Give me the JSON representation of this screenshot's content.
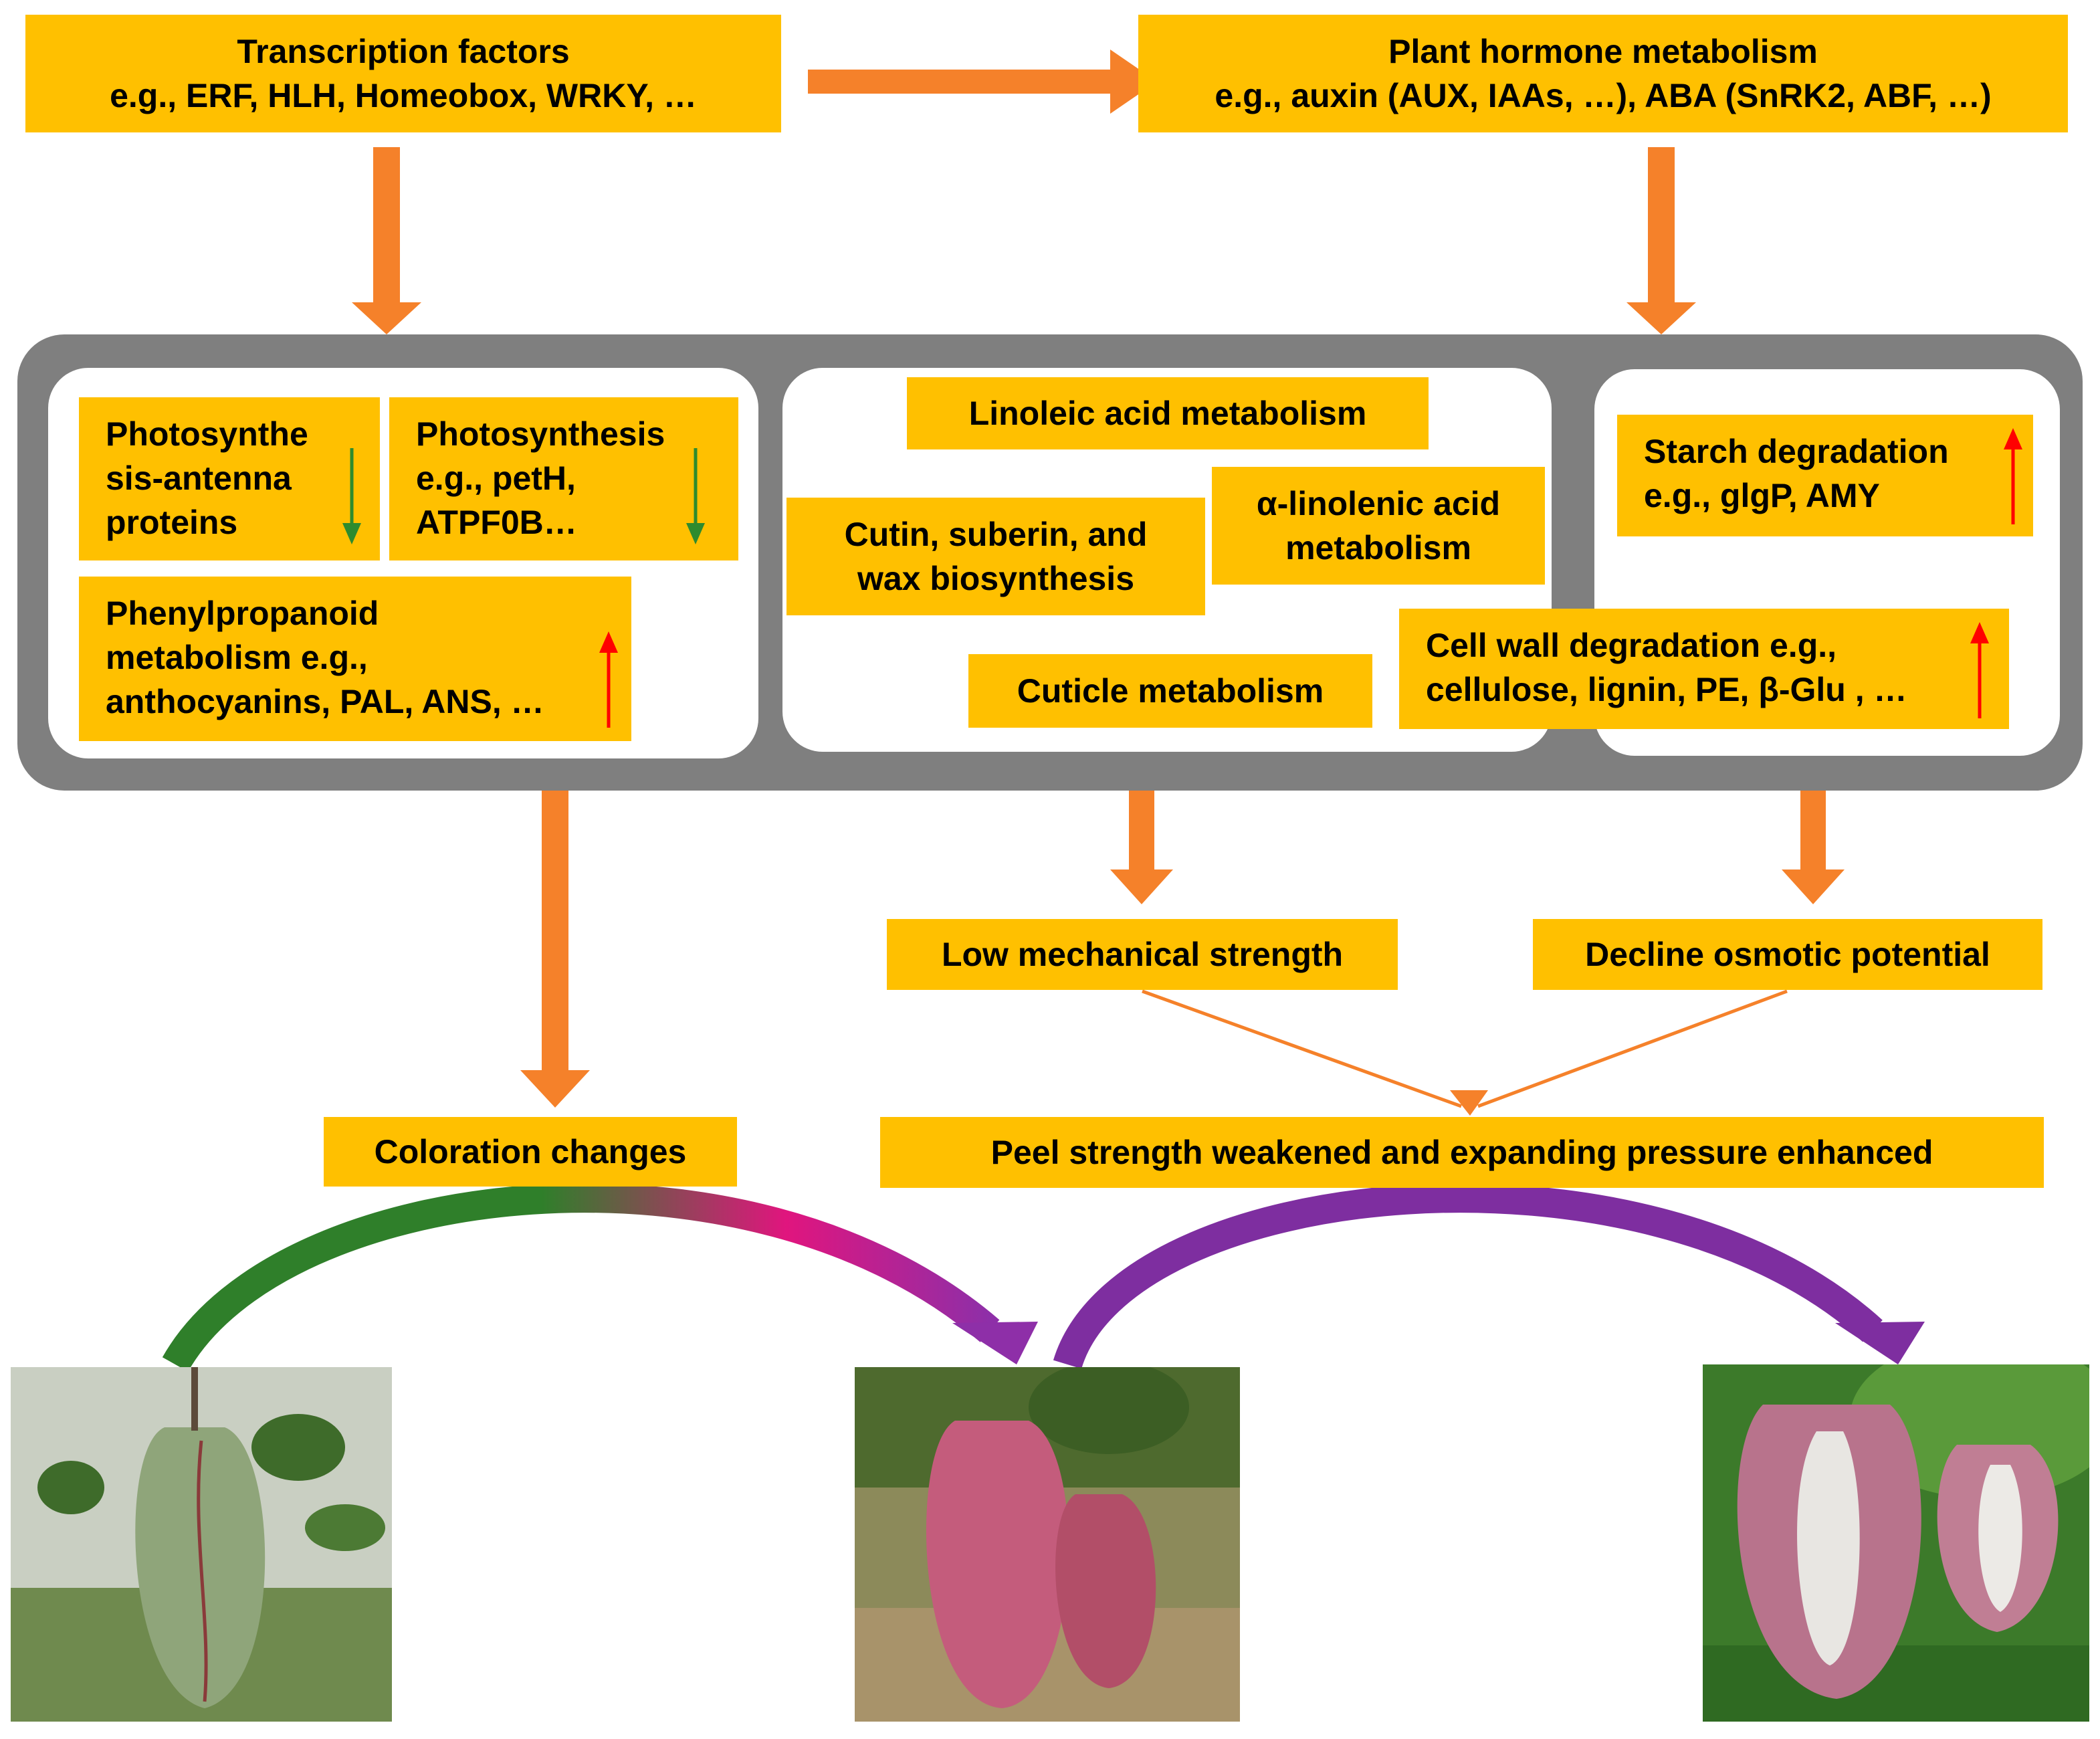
{
  "colors": {
    "box_fill": "#FFC000",
    "flow_arrow": "#F5812A",
    "frame": "#7F7F7F",
    "down_indicator": "#2E8B2E",
    "up_indicator": "#FF0000",
    "curve_green": "#2F7F2A",
    "curve_magenta": "#E0157E",
    "curve_purple": "#7E2EA0"
  },
  "top": {
    "tf_title": "Transcription factors",
    "tf_examples": "e.g., ERF, HLH, Homeobox, WRKY, …",
    "hormone_title": "Plant hormone metabolism",
    "hormone_examples": "e.g., auxin (AUX, IAAs, …), ABA (SnRK2, ABF, …)"
  },
  "left_panel": {
    "antenna_l1": "Photosynthe",
    "antenna_l2": "sis-antenna",
    "antenna_l3": "proteins",
    "antenna_change": "down",
    "photo_l1": "Photosynthesis",
    "photo_l2": "e.g., petH,",
    "photo_l3": "ATPF0B…",
    "photo_change": "down",
    "phenyl_l1": "Phenylpropanoid",
    "phenyl_l2": "metabolism e.g.,",
    "phenyl_l3": "anthocyanins, PAL, ANS, …",
    "phenyl_change": "up"
  },
  "middle_panel": {
    "linoleic": "Linoleic acid metabolism",
    "cutin_l1": "Cutin, suberin, and",
    "cutin_l2": "wax biosynthesis",
    "alpha_l1": "α-linolenic acid",
    "alpha_l2": "metabolism",
    "cuticle": "Cuticle metabolism"
  },
  "right_panel": {
    "starch_l1": "Starch degradation",
    "starch_l2": "e.g., glgP, AMY",
    "starch_change": "up",
    "cellwall_l1": "Cell  wall degradation e.g.,",
    "cellwall_l2": "cellulose, lignin, PE, β-Glu , …",
    "cellwall_change": "up"
  },
  "outcomes": {
    "mechanical": "Low mechanical strength",
    "osmotic": "Decline osmotic potential",
    "coloration": "Coloration changes",
    "peel": "Peel strength weakened and expanding pressure enhanced"
  },
  "photos": [
    {
      "stage_color": "#9FAE85",
      "fruit_color": "#8FA57A"
    },
    {
      "stage_color": "#4E6A2E",
      "fruit_color": "#C45C7C"
    },
    {
      "stage_color": "#3C7A2A",
      "fruit_color": "#B8738C"
    }
  ]
}
